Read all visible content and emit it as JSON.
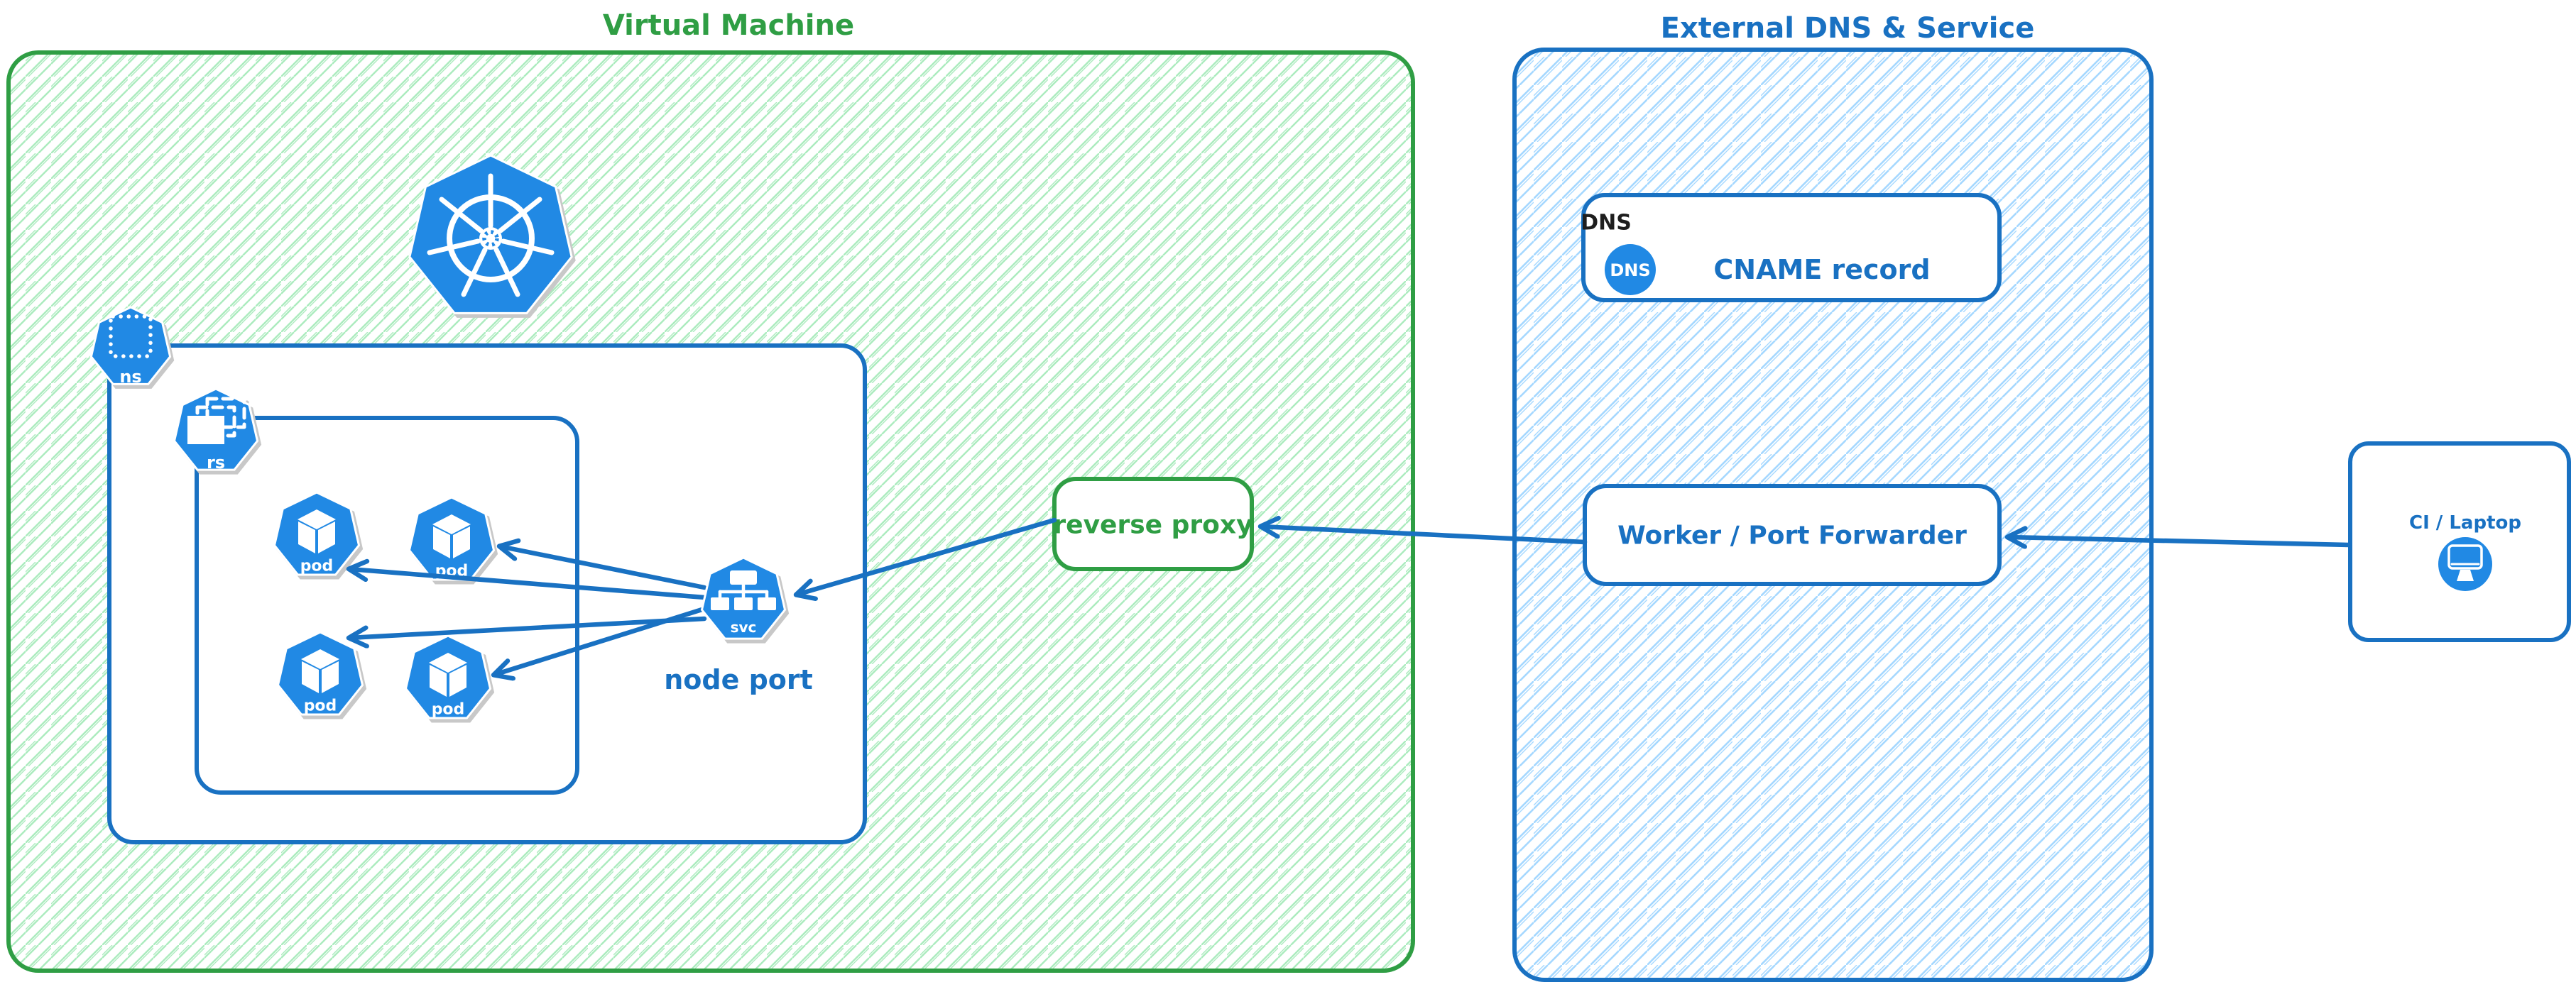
{
  "colors": {
    "green": "#2f9e44",
    "green_hatch": "#abebbe",
    "blue": "#1971c2",
    "blue_hatch": "#a5d8ff",
    "icon_blue": "#2189e4",
    "ink": "#1e1e1e",
    "shadow": "#c8c8c8"
  },
  "vm": {
    "title": "Virtual Machine",
    "kubernetes_logo_icon": "kubernetes-wheel",
    "namespace": {
      "icon": "namespace-heptagon-dotted-square",
      "label": "ns"
    },
    "replicaset": {
      "icon": "replicaset-heptagon-stacked-rects",
      "label": "rs"
    },
    "pod_labels": [
      "pod",
      "pod",
      "pod",
      "pod"
    ],
    "pod_icon": "pod-heptagon-cube",
    "service": {
      "icon": "service-heptagon-tree",
      "label": "svc",
      "caption": "node port"
    }
  },
  "reverse_proxy": {
    "label": "reverse proxy"
  },
  "external": {
    "title": "External DNS & Service",
    "dns_card": {
      "tag": "DNS",
      "icon": "dns-circle",
      "icon_label": "DNS",
      "label": "CNAME record"
    },
    "worker_card": {
      "label": "Worker / Port Forwarder"
    }
  },
  "client": {
    "label": "CI / Laptop",
    "icon": "computer-monitor"
  }
}
